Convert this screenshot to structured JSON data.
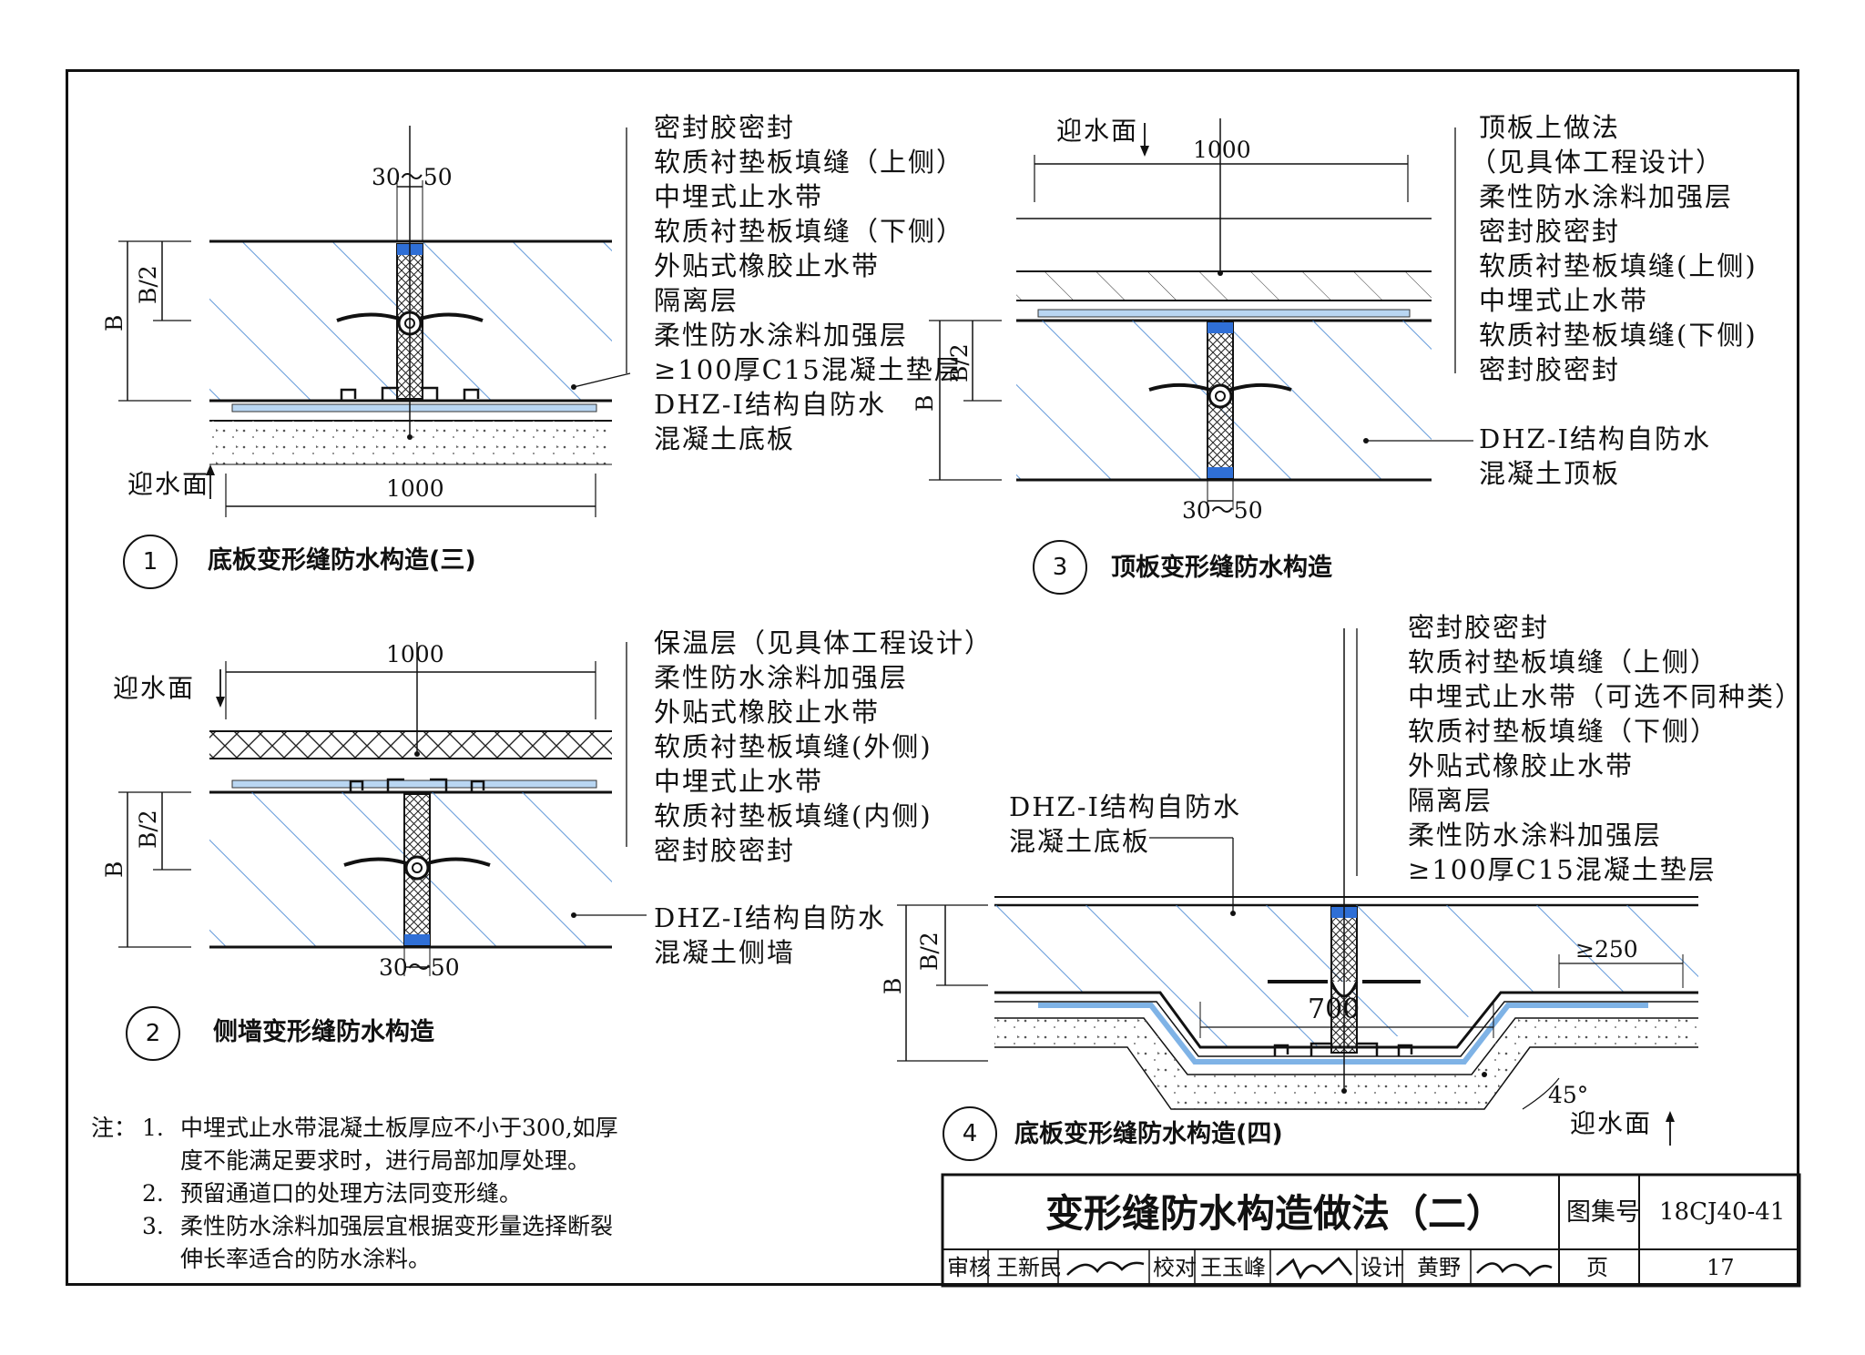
{
  "detail1": {
    "number": "1",
    "title": "底板变形缝防水构造(三)",
    "labels": [
      "密封胶密封",
      "软质衬垫板填缝（上侧）",
      "中埋式止水带",
      "软质衬垫板填缝（下侧）",
      "外贴式橡胶止水带",
      "隔离层",
      "柔性防水涂料加强层",
      "≥100厚C15混凝土垫层"
    ],
    "slab_label_1": "DHZ-Ⅰ结构自防水",
    "slab_label_2": "混凝土底板",
    "dim_gap": "30～50",
    "dim_width": "1000",
    "dim_half": "B/2",
    "dim_b": "B",
    "water_face": "迎水面"
  },
  "detail2": {
    "number": "2",
    "title": "侧墙变形缝防水构造",
    "labels": [
      "保温层（见具体工程设计）",
      "柔性防水涂料加强层",
      "外贴式橡胶止水带",
      "软质衬垫板填缝(外侧)",
      "中埋式止水带",
      "软质衬垫板填缝(内侧)",
      "密封胶密封"
    ],
    "slab_label_1": "DHZ-Ⅰ结构自防水",
    "slab_label_2": "混凝土侧墙",
    "dim_gap": "30～50",
    "dim_width": "1000",
    "dim_half": "B/2",
    "dim_b": "B",
    "water_face": "迎水面"
  },
  "detail3": {
    "number": "3",
    "title": "顶板变形缝防水构造",
    "labels": [
      "顶板上做法",
      "（见具体工程设计）",
      "柔性防水涂料加强层",
      "密封胶密封",
      "软质衬垫板填缝(上侧)",
      "中埋式止水带",
      "软质衬垫板填缝(下侧)",
      "密封胶密封"
    ],
    "slab_label_1": "DHZ-Ⅰ结构自防水",
    "slab_label_2": "混凝土顶板",
    "dim_gap": "30～50",
    "dim_width": "1000",
    "dim_half": "B/2",
    "dim_b": "B",
    "water_face": "迎水面"
  },
  "detail4": {
    "number": "4",
    "title": "底板变形缝防水构造(四)",
    "labels": [
      "密封胶密封",
      "软质衬垫板填缝（上侧）",
      "中埋式止水带（可选不同种类）",
      "软质衬垫板填缝（下侧）",
      "外贴式橡胶止水带",
      "隔离层",
      "柔性防水涂料加强层",
      "≥100厚C15混凝土垫层"
    ],
    "slab_label_1": "DHZ-Ⅰ结构自防水",
    "slab_label_2": "混凝土底板",
    "dim_half": "B/2",
    "dim_b": "B",
    "dim_250": "≥250",
    "dim_700": "700",
    "dim_angle": "45°",
    "water_face": "迎水面"
  },
  "notes": {
    "prefix": "注：",
    "items": [
      {
        "num": "1.",
        "lines": [
          "中埋式止水带混凝土板厚应不小于300,如厚",
          "度不能满足要求时，进行局部加厚处理。"
        ]
      },
      {
        "num": "2.",
        "lines": [
          "预留通道口的处理方法同变形缝。"
        ]
      },
      {
        "num": "3.",
        "lines": [
          "柔性防水涂料加强层宜根据变形量选择断裂",
          "伸长率适合的防水涂料。"
        ]
      }
    ]
  },
  "title_block": {
    "title": "变形缝防水构造做法（二）",
    "atlas_label": "图集号",
    "atlas_no": "18CJ40-41",
    "review_label": "审核",
    "reviewer": "王新民",
    "check_label": "校对",
    "checker": "王玉峰",
    "design_label": "设计",
    "designer": "黄野",
    "page_label": "页",
    "page_no": "17"
  },
  "colors": {
    "line": "#111111",
    "hatch": "#3a7fd0",
    "joint_blue": "#2f6fd6",
    "membrane": "#b9d6f2"
  }
}
